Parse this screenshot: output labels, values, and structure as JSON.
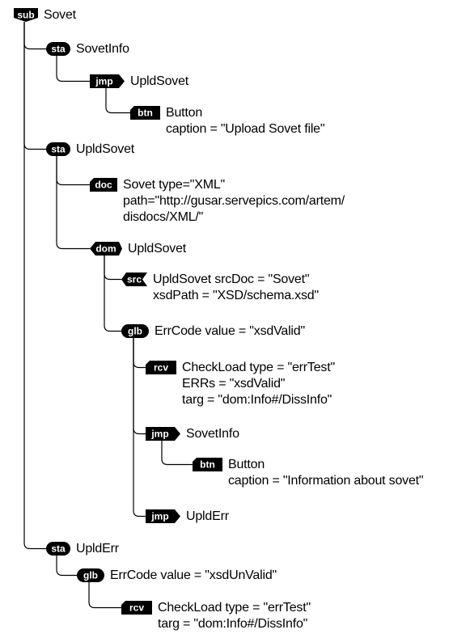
{
  "tree": {
    "kind": "sub",
    "lines": [
      "Sovet"
    ],
    "children": [
      {
        "kind": "sta",
        "lines": [
          "SovetInfo"
        ],
        "children": [
          {
            "kind": "jmp",
            "lines": [
              "UpldSovet"
            ],
            "children": [
              {
                "kind": "btn",
                "lines": [
                  "Button",
                  "caption = \"Upload Sovet file\""
                ],
                "children": []
              }
            ]
          }
        ]
      },
      {
        "kind": "sta",
        "lines": [
          "UpldSovet"
        ],
        "children": [
          {
            "kind": "doc",
            "lines": [
              "Sovet type=\"XML\"",
              "path=\"http://gusar.servepics.com/artem/",
              "disdocs/XML/\""
            ],
            "children": []
          },
          {
            "kind": "dom",
            "lines": [
              "UpldSovet"
            ],
            "children": [
              {
                "kind": "src",
                "lines": [
                  "UpldSovet srcDoc = \"Sovet\"",
                  "xsdPath = \"XSD/schema.xsd\""
                ],
                "children": []
              },
              {
                "kind": "glb",
                "lines": [
                  "ErrCode value = \"xsdValid\""
                ],
                "children": [
                  {
                    "kind": "rcv",
                    "lines": [
                      "CheckLoad  type = \"errTest\"",
                      "ERRs = \"xsdValid\"",
                      "targ = \"dom:Info#/DissInfo\""
                    ],
                    "children": []
                  },
                  {
                    "kind": "jmp",
                    "lines": [
                      "SovetInfo"
                    ],
                    "children": [
                      {
                        "kind": "btn",
                        "lines": [
                          "Button",
                          "caption = \"Information about sovet\""
                        ],
                        "children": []
                      }
                    ]
                  },
                  {
                    "kind": "jmp",
                    "lines": [
                      "UpldErr"
                    ],
                    "children": []
                  }
                ]
              }
            ]
          }
        ]
      },
      {
        "kind": "sta",
        "lines": [
          "UpldErr"
        ],
        "children": [
          {
            "kind": "glb",
            "lines": [
              "ErrCode value = \"xsdUnValid\""
            ],
            "children": [
              {
                "kind": "rcv",
                "lines": [
                  "CheckLoad  type = \"errTest\"",
                  "targ = \"dom:Info#/DissInfo\""
                ],
                "children": []
              }
            ]
          }
        ]
      }
    ]
  }
}
